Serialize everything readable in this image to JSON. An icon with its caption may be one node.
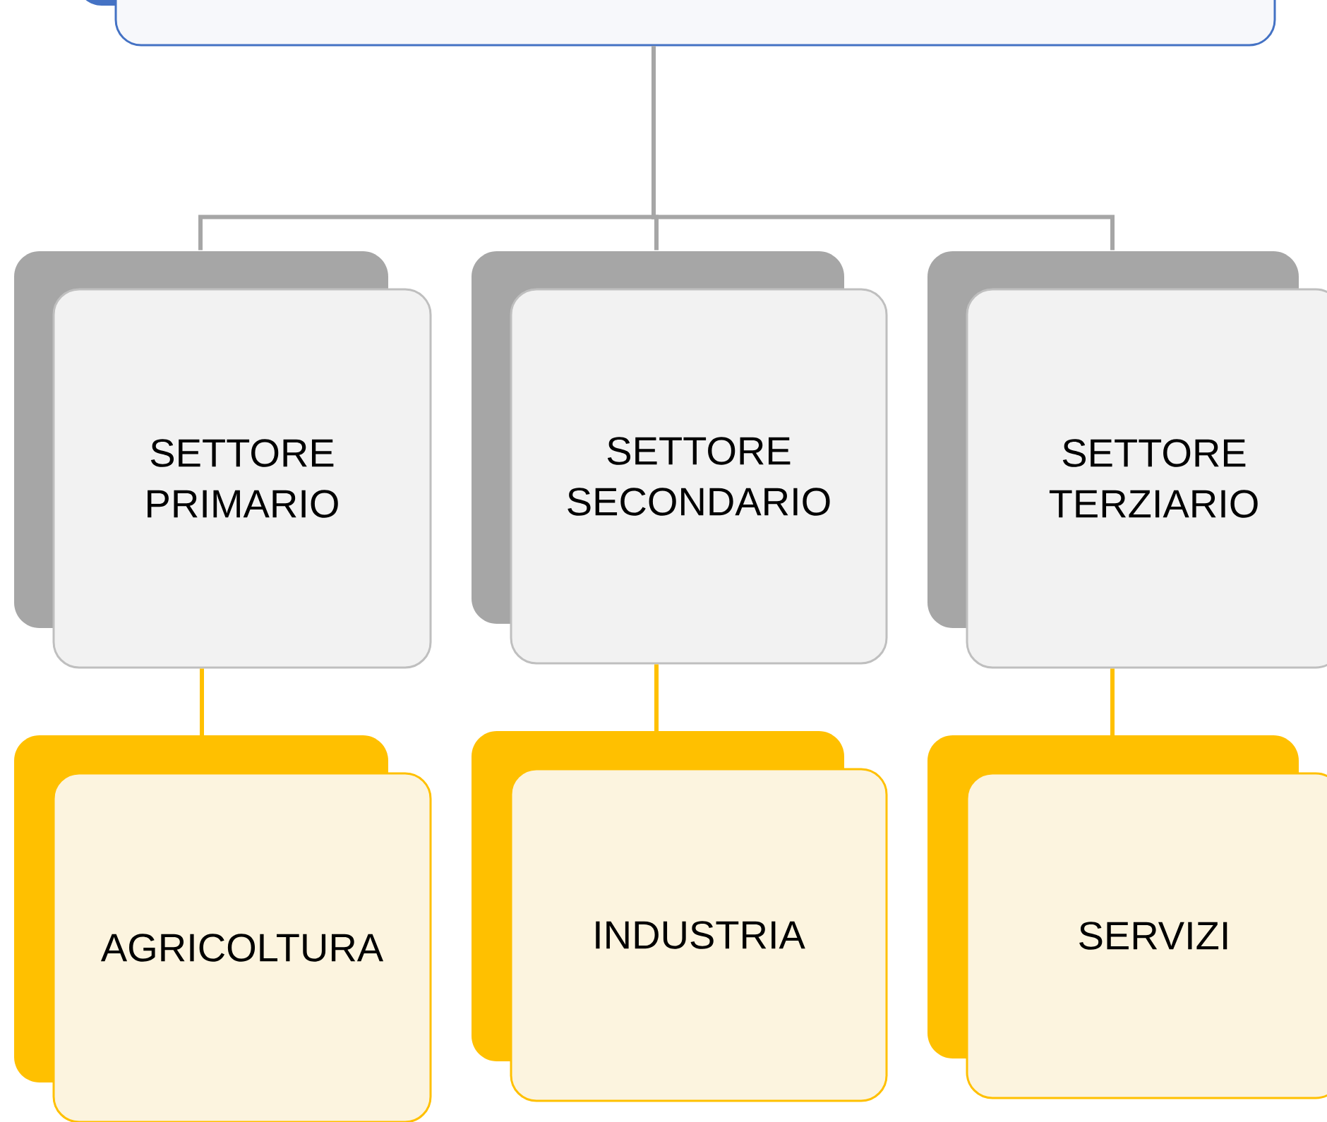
{
  "diagram": {
    "nodes": [
      {
        "text": [],
        "shape": "box"
      },
      {
        "text": [
          "SETTORE PRIMARIO"
        ]
      },
      {
        "text": [
          "SETTORE SECONDARIO"
        ]
      },
      {
        "text": [
          "SETTORE TERZIARIO"
        ]
      },
      {
        "text": [
          "AGRICOLTURA"
        ]
      },
      {
        "text": [
          "INDUSTRIA"
        ]
      },
      {
        "text": [
          "SERVIZI"
        ]
      }
    ],
    "edges": [
      {
        "from": 0,
        "to": 1,
        "arrow": "none"
      },
      {
        "from": 0,
        "to": 2,
        "arrow": "none"
      },
      {
        "from": 0,
        "to": 3,
        "arrow": "none"
      },
      {
        "from": 1,
        "to": 4,
        "arrow": "none",
        "color": "#ffc000"
      },
      {
        "from": 2,
        "to": 5,
        "arrow": "none",
        "color": "#ffc000"
      },
      {
        "from": 3,
        "to": 6,
        "arrow": "none",
        "color": "#ffc000"
      }
    ]
  }
}
